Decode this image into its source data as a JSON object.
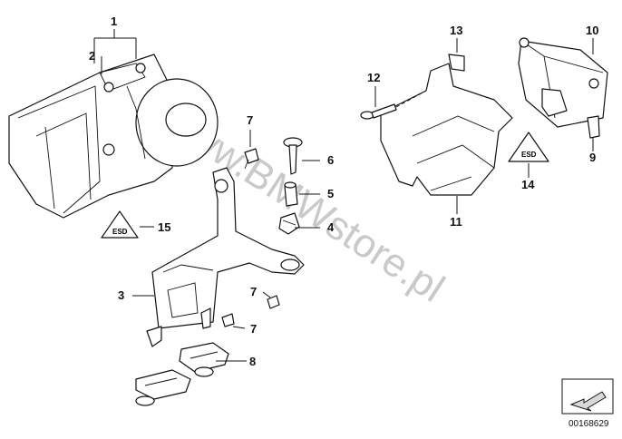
{
  "watermark": "www.BMWstore.pl",
  "document_number": "00168629",
  "callouts": [
    "1",
    "2",
    "3",
    "4",
    "5",
    "6",
    "7",
    "7",
    "7",
    "8",
    "9",
    "10",
    "11",
    "12",
    "13",
    "14",
    "15"
  ]
}
